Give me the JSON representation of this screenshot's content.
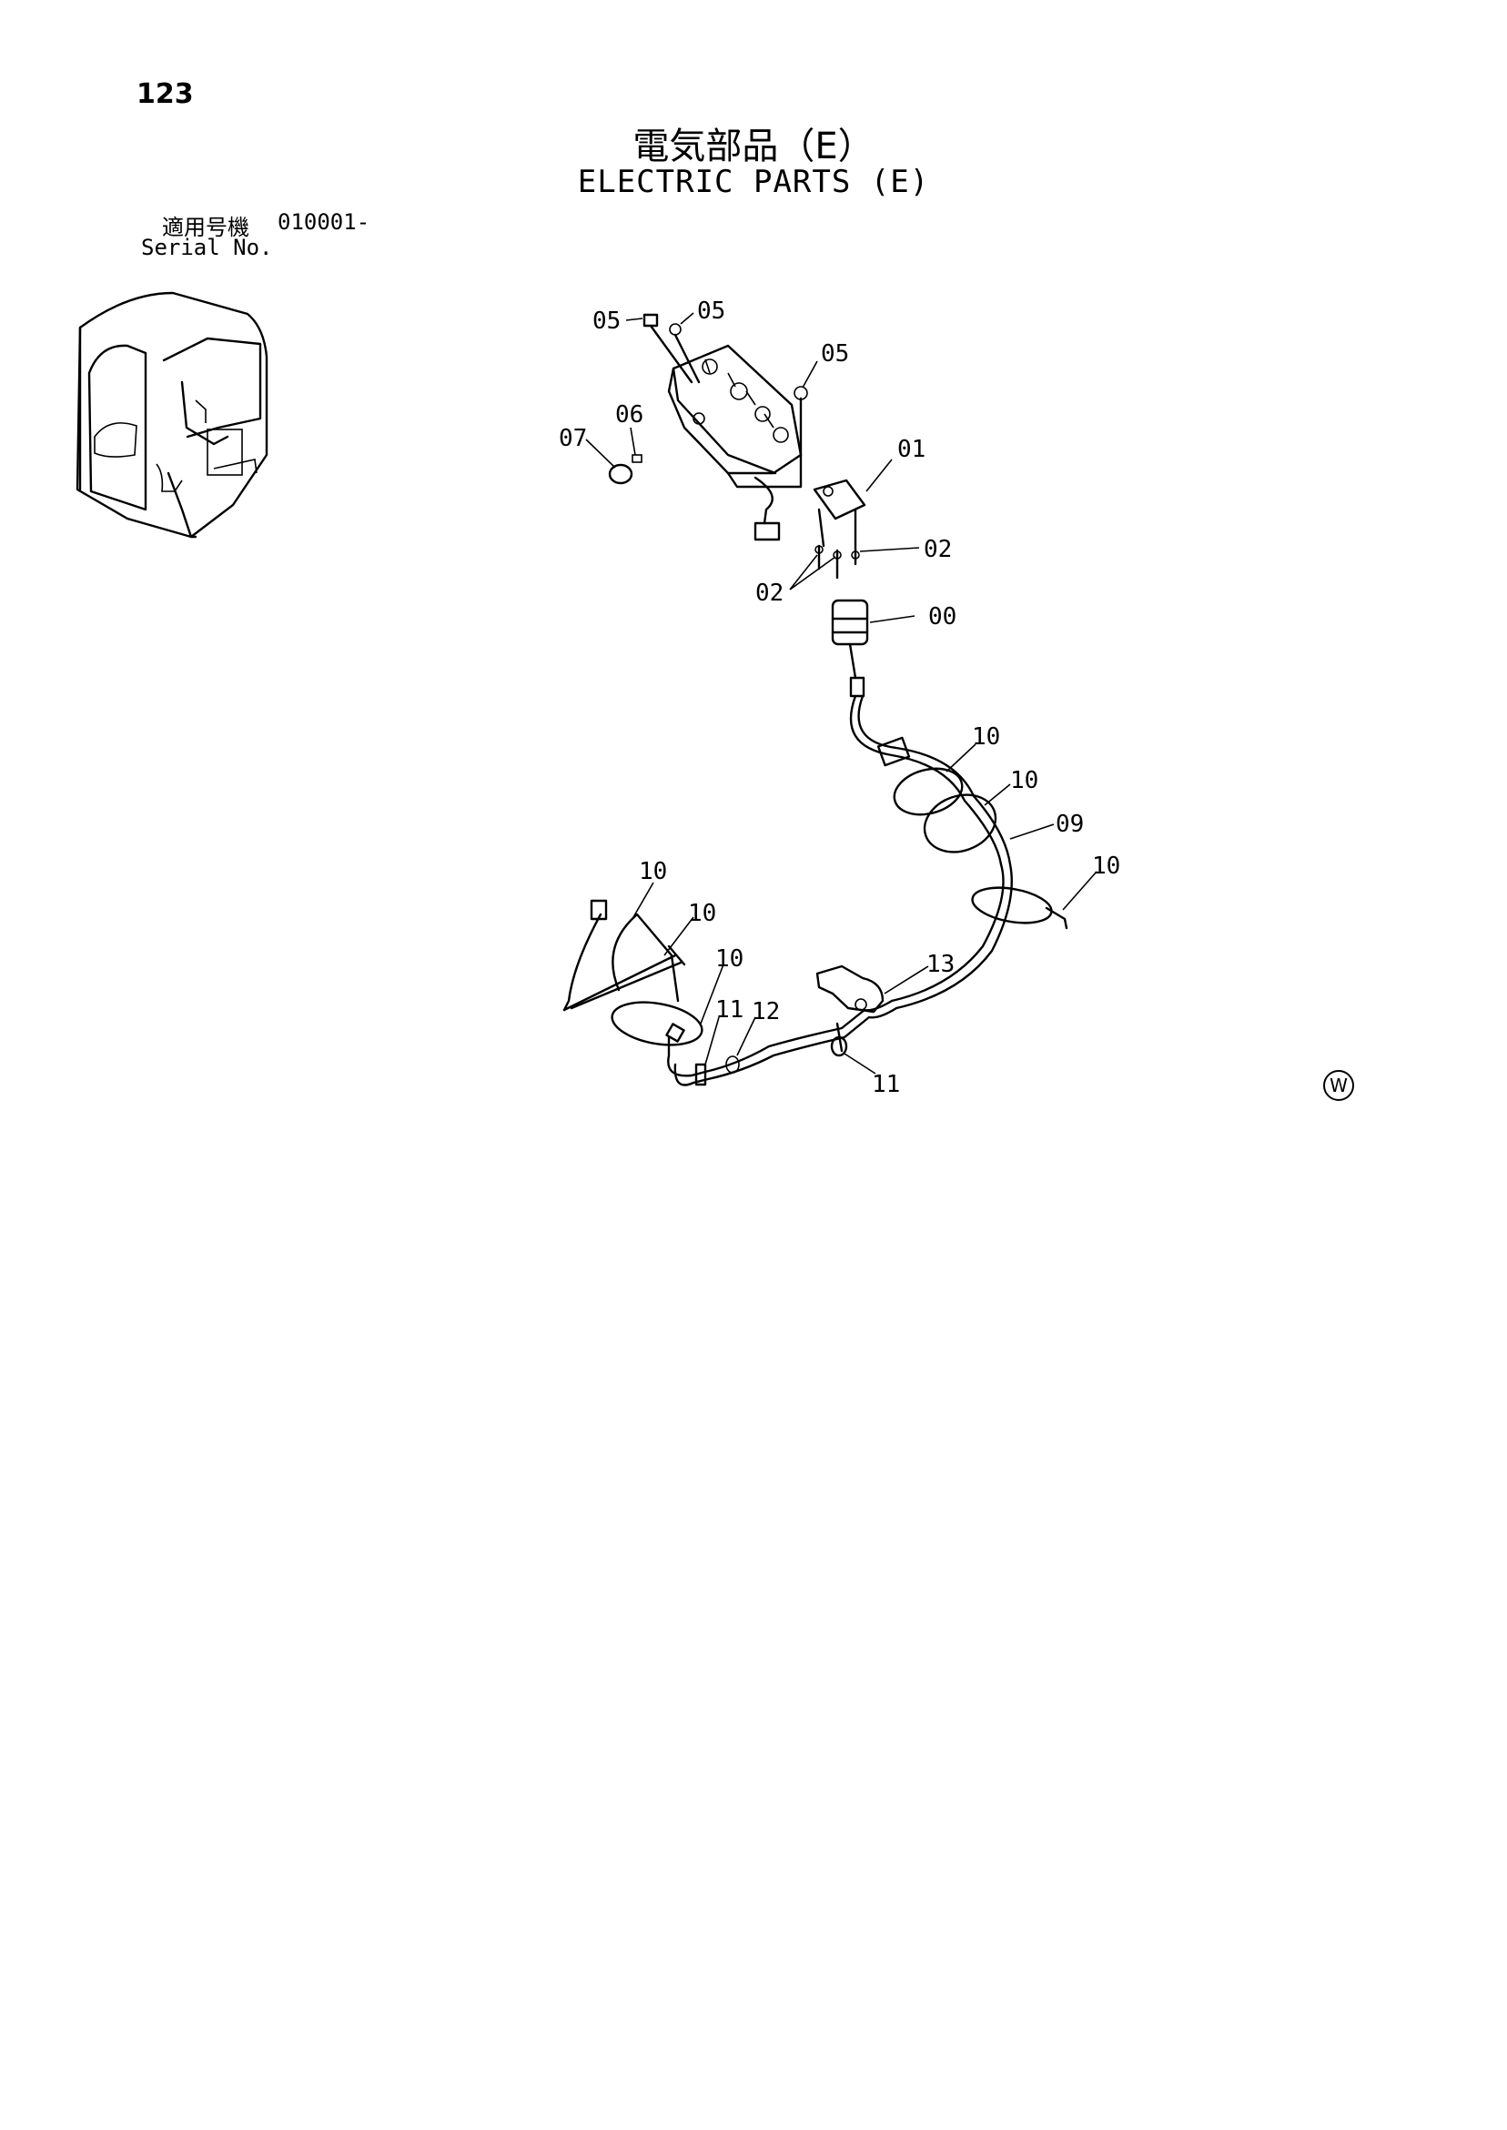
{
  "page": {
    "number": "123",
    "title_jp": "電気部品（E）",
    "title_en": "ELECTRIC PARTS (E)",
    "serial_label_jp": "適用号機",
    "serial_value": "010001-",
    "serial_label_en": "Serial No.",
    "watermark": "W"
  },
  "callouts": [
    "05",
    "05",
    "05",
    "07",
    "06",
    "01",
    "02",
    "02",
    "00",
    "10",
    "10",
    "09",
    "10",
    "10",
    "10",
    "10",
    "11",
    "12",
    "13",
    "11"
  ]
}
